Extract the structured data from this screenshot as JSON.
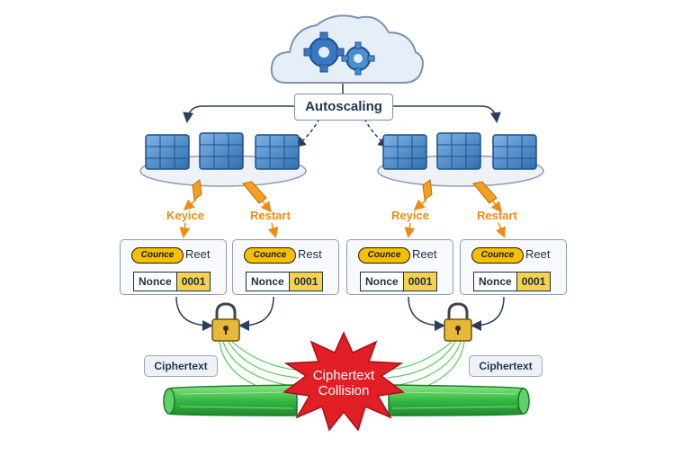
{
  "autoscaling": {
    "label": "Autoscaling",
    "icon": "cloud-gears-icon"
  },
  "clusters": [
    {
      "events": [
        {
          "label": "Keyice",
          "icon": "key-icon"
        },
        {
          "label": "Restart",
          "icon": "key-icon"
        }
      ]
    },
    {
      "events": [
        {
          "label": "Reyice",
          "icon": "key-icon"
        },
        {
          "label": "Restart",
          "icon": "key-icon"
        }
      ]
    }
  ],
  "cards": [
    {
      "logo": "Counce",
      "reset": "Reet",
      "nonce_label": "Nonce",
      "nonce_value": "0001"
    },
    {
      "logo": "Counce",
      "reset": "Rest",
      "nonce_label": "Nonce",
      "nonce_value": "0001"
    },
    {
      "logo": "Counce",
      "reset": "Reet",
      "nonce_label": "Nonce",
      "nonce_value": "0001"
    },
    {
      "logo": "Counce",
      "reset": "Reet",
      "nonce_label": "Nonce",
      "nonce_value": "0001"
    }
  ],
  "ciphertext_labels": [
    "Ciphertext",
    "Ciphertext"
  ],
  "collision": {
    "line1": "Ciphertext",
    "line2": "Collision"
  },
  "colors": {
    "cloud": "#e6eef7",
    "gear": "#3a78c2",
    "cube": "#4a8fd0",
    "accent": "#f08a12",
    "lock": "#e6b93a",
    "cable": "#3cc24a",
    "burst": "#e21f26"
  }
}
